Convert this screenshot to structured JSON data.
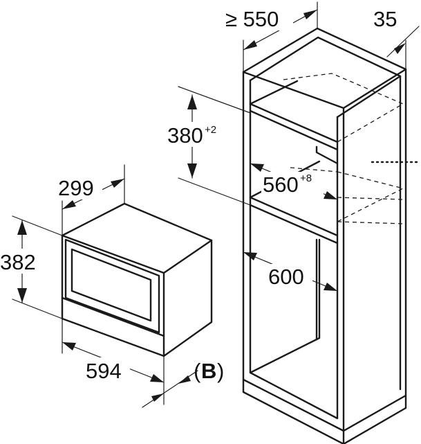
{
  "labels": {
    "depth_min": "≥ 550",
    "cabinet_rear_gap": "35",
    "niche_height": "380",
    "niche_height_tol": "+2",
    "niche_width": "560",
    "niche_width_tol": "+8",
    "cabinet_width": "600",
    "appliance_depth": "299",
    "appliance_height": "382",
    "appliance_width": "594",
    "ref_open": "(",
    "ref_letter": "B",
    "ref_close": ")"
  }
}
